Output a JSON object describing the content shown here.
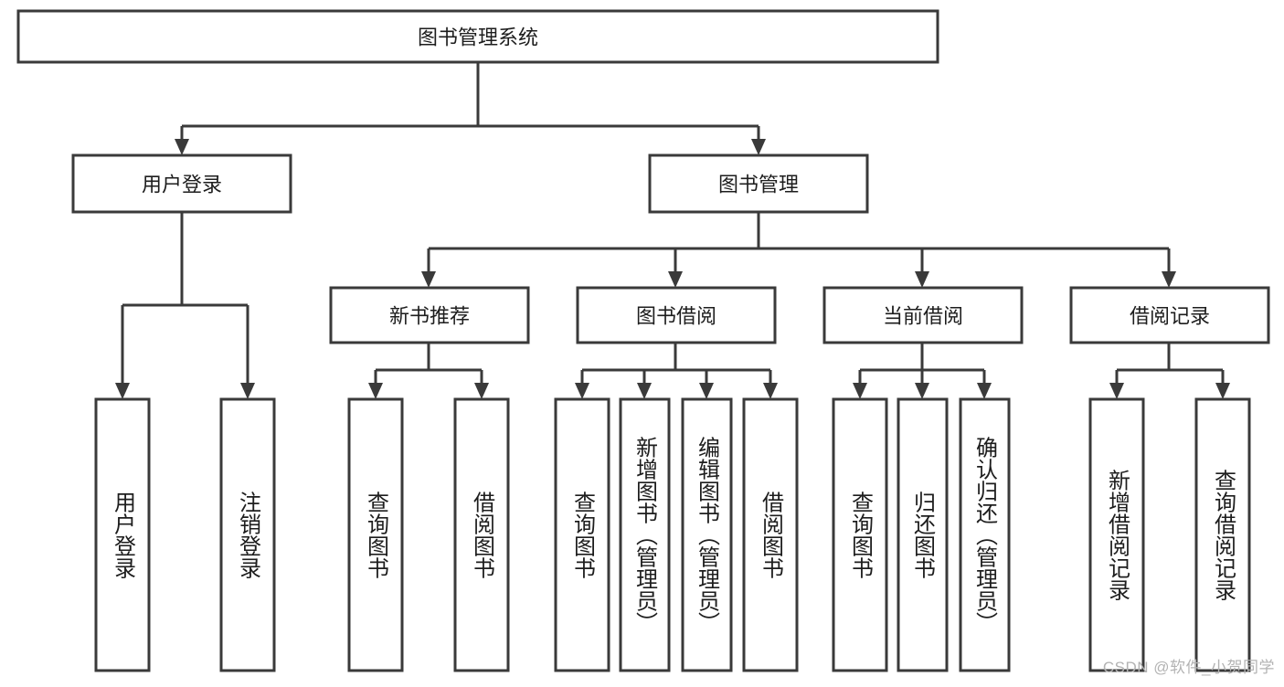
{
  "diagram": {
    "title": "图书管理系统",
    "type": "hierarchy-tree",
    "watermark": "CSDN @软件_小贺同学",
    "colors": {
      "box_fill": "#ffffff",
      "box_stroke": "#3a3a3a",
      "text": "#1d1d1d",
      "background": "#ffffff",
      "watermark": "#b3b3b3"
    },
    "root": {
      "label": "图书管理系统"
    },
    "level2": [
      {
        "label": "用户登录"
      },
      {
        "label": "图书管理"
      }
    ],
    "level3": [
      {
        "label": "新书推荐"
      },
      {
        "label": "图书借阅"
      },
      {
        "label": "当前借阅"
      },
      {
        "label": "借阅记录"
      }
    ],
    "leaves": {
      "user_login": [
        {
          "label": "用户登录"
        },
        {
          "label": "注销登录"
        }
      ],
      "new_book_recommend": [
        {
          "label": "查询图书"
        },
        {
          "label": "借阅图书"
        }
      ],
      "book_borrow": [
        {
          "label": "查询图书"
        },
        {
          "label": "新增图书（管理员）"
        },
        {
          "label": "编辑图书（管理员）"
        },
        {
          "label": "借阅图书"
        }
      ],
      "current_borrow": [
        {
          "label": "查询图书"
        },
        {
          "label": "归还图书"
        },
        {
          "label": "确认归还（管理员）"
        }
      ],
      "borrow_records": [
        {
          "label": "新增借阅记录"
        },
        {
          "label": "查询借阅记录"
        }
      ]
    }
  }
}
